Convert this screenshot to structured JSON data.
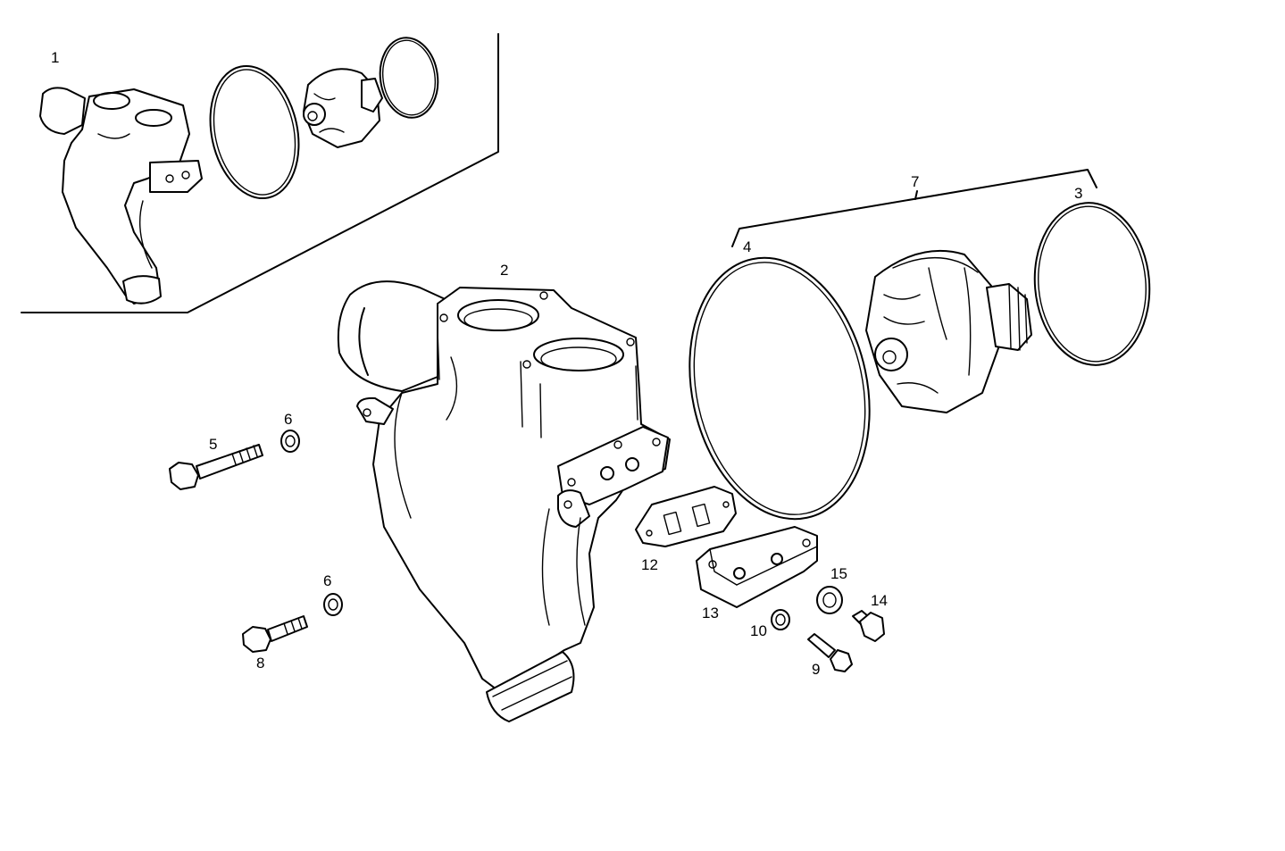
{
  "callouts": {
    "c1": "1",
    "c2": "2",
    "c3": "3",
    "c4": "4",
    "c5": "5",
    "c6a": "6",
    "c6b": "6",
    "c7": "7",
    "c8": "8",
    "c9": "9",
    "c10": "10",
    "c12": "12",
    "c13": "13",
    "c14": "14",
    "c15": "15"
  },
  "colors": {
    "line": "#000000",
    "background": "#ffffff"
  }
}
